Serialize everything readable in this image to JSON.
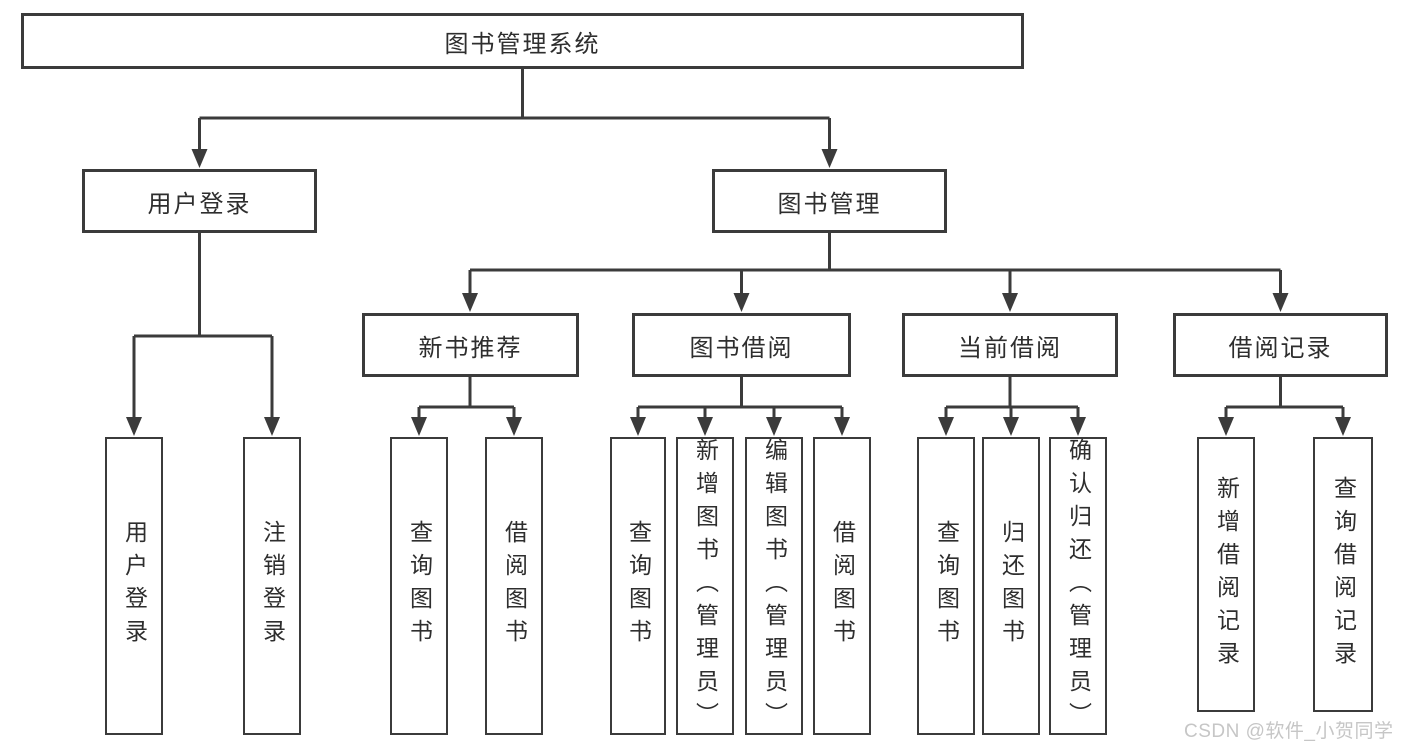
{
  "diagram_title": "图书管理系统",
  "colors": {
    "line": "#3b3b3b",
    "box_border": "#3b3b3b",
    "text": "#2e2e2e",
    "background": "#ffffff",
    "watermark": "#c6c6c6"
  },
  "nodes": {
    "root": "图书管理系统",
    "user_login": "用户登录",
    "book_mgmt": "图书管理",
    "new_book_rec": "新书推荐",
    "book_borrow": "图书借阅",
    "current_borrow": "当前借阅",
    "borrow_record": "借阅记录",
    "leaf_user_login": "用户登录",
    "leaf_logout": "注销登录",
    "leaf_query_book_newrec": "查询图书",
    "leaf_borrow_book_newrec": "借阅图书",
    "leaf_query_book_borrow": "查询图书",
    "leaf_add_book_admin": "新增图书（管理员）",
    "leaf_edit_book_admin": "编辑图书（管理员）",
    "leaf_borrow_book_borrow": "借阅图书",
    "leaf_query_book_current": "查询图书",
    "leaf_return_book": "归还图书",
    "leaf_confirm_return_admin": "确认归还（管理员）",
    "leaf_add_borrow_record": "新增借阅记录",
    "leaf_query_borrow_record": "查询借阅记录"
  },
  "hierarchy": {
    "图书管理系统": {
      "用户登录": [
        "用户登录",
        "注销登录"
      ],
      "图书管理": {
        "新书推荐": [
          "查询图书",
          "借阅图书"
        ],
        "图书借阅": [
          "查询图书",
          "新增图书（管理员）",
          "编辑图书（管理员）",
          "借阅图书"
        ],
        "当前借阅": [
          "查询图书",
          "归还图书",
          "确认归还（管理员）"
        ],
        "借阅记录": [
          "新增借阅记录",
          "查询借阅记录"
        ]
      }
    }
  },
  "watermark": "CSDN @软件_小贺同学"
}
